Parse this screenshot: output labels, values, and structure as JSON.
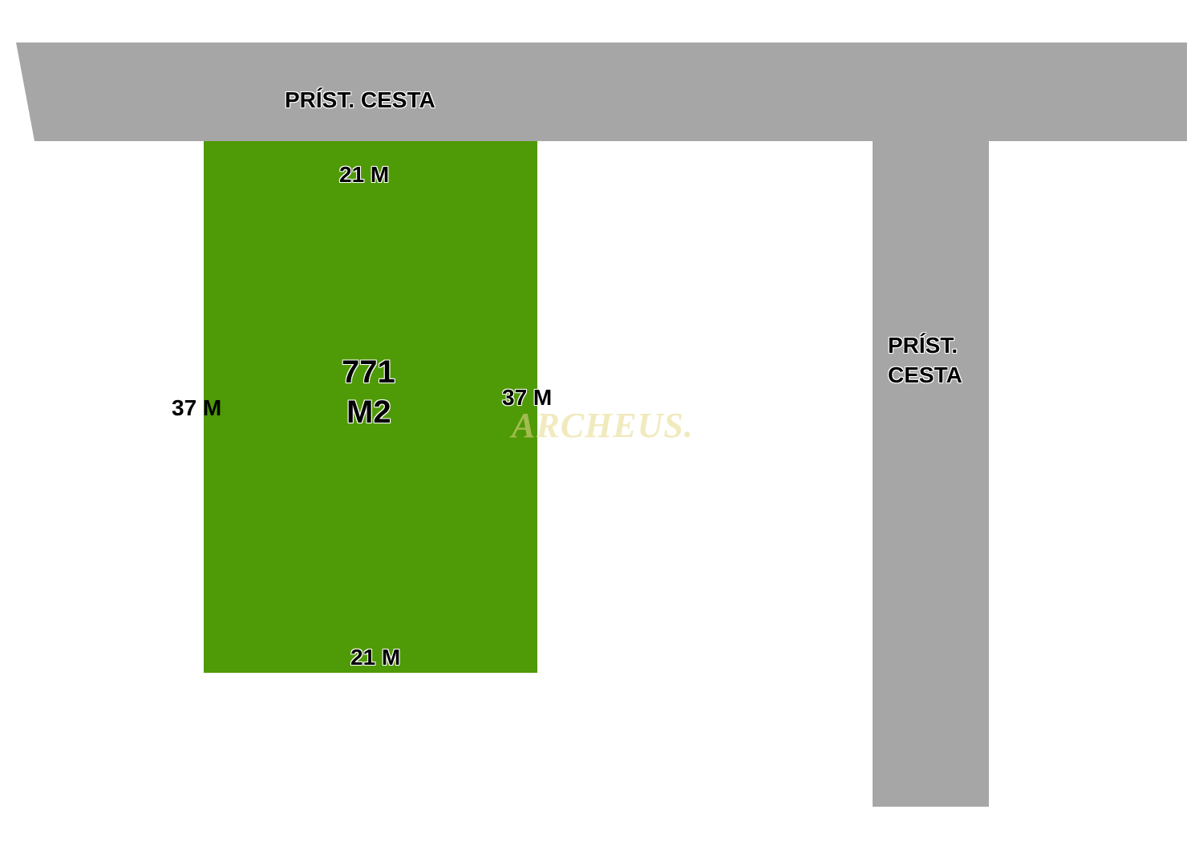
{
  "colors": {
    "road": "#a6a6a6",
    "plot": "#4f9a07",
    "background": "#ffffff",
    "watermark": "#e6d98a"
  },
  "roads": {
    "top_label": "PRÍST. CESTA",
    "side_label_line1": "PRÍST.",
    "side_label_line2": "CESTA"
  },
  "plot": {
    "area_value": "771",
    "area_unit": "M2",
    "dim_top": "21 M",
    "dim_bottom": "21 M",
    "dim_left": "37 M",
    "dim_right": "37 M"
  },
  "watermark": "ARCHEUS."
}
